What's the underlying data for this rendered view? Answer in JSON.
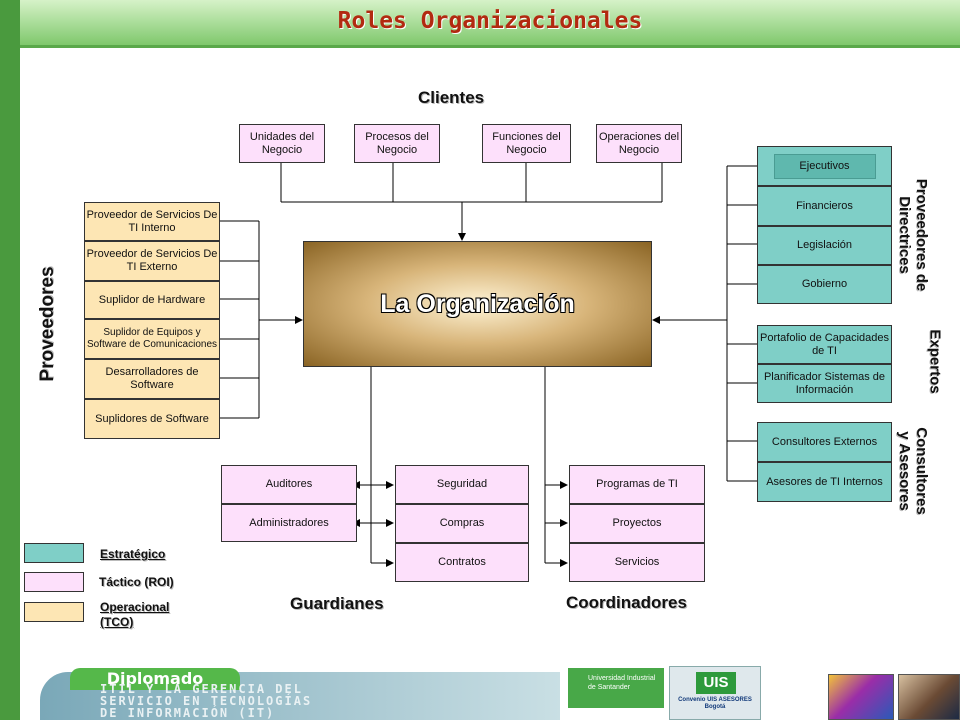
{
  "title": "Roles Organizacionales",
  "sections": {
    "clientes": "Clientes",
    "proveedores": "Proveedores",
    "guardianes": "Guardianes",
    "coordinadores": "Coordinadores",
    "proveedores_directrices": "Proveedores de Directrices",
    "expertos": "Expertos",
    "consultores": "Consultores y Asesores"
  },
  "center": "La Organización",
  "clientes": [
    "Unidades del Negocio",
    "Procesos del Negocio",
    "Funciones del Negocio",
    "Operaciones del Negocio"
  ],
  "proveedores": [
    "Proveedor de Servicios De TI Interno",
    "Proveedor de Servicios De TI Externo",
    "Suplidor de Hardware",
    "Suplidor de Equipos y Software de Comunicaciones",
    "Desarrolladores de Software",
    "Suplidores de Software"
  ],
  "directrices": [
    "Ejecutivos",
    "Financieros",
    "Legislación",
    "Gobierno"
  ],
  "expertos": [
    "Portafolio de Capacidades de TI",
    "Planificador Sistemas de Información"
  ],
  "consultores": [
    "Consultores Externos",
    "Asesores de TI Internos"
  ],
  "guardianes_a": [
    "Auditores",
    "Administradores"
  ],
  "guardianes_b": [
    "Seguridad",
    "Compras",
    "Contratos"
  ],
  "coordinadores": [
    "Programas de TI",
    "Proyectos",
    "Servicios"
  ],
  "legend": {
    "estrategico": "Estratégico",
    "tactico": "Táctico (ROI)",
    "operacional": "Operacional (TCO)"
  },
  "colors": {
    "estrategico": "#7fcfc7",
    "tactico": "#fde0fb",
    "operacional": "#fde6b4",
    "title": "#b22a10",
    "frame": "#4a9a3e"
  },
  "footer": {
    "badge": "Diplomado",
    "line1": "ITIL Y LA GERENCIA DEL",
    "line2": "SERVICIO EN TECNOLOGÍAS",
    "line3": "DE INFORMACIÓN (IT)",
    "university": "Universidad Industrial de Santander",
    "logo": "UIS",
    "convenio": "Convenio UIS ASESORES Bogotá"
  }
}
